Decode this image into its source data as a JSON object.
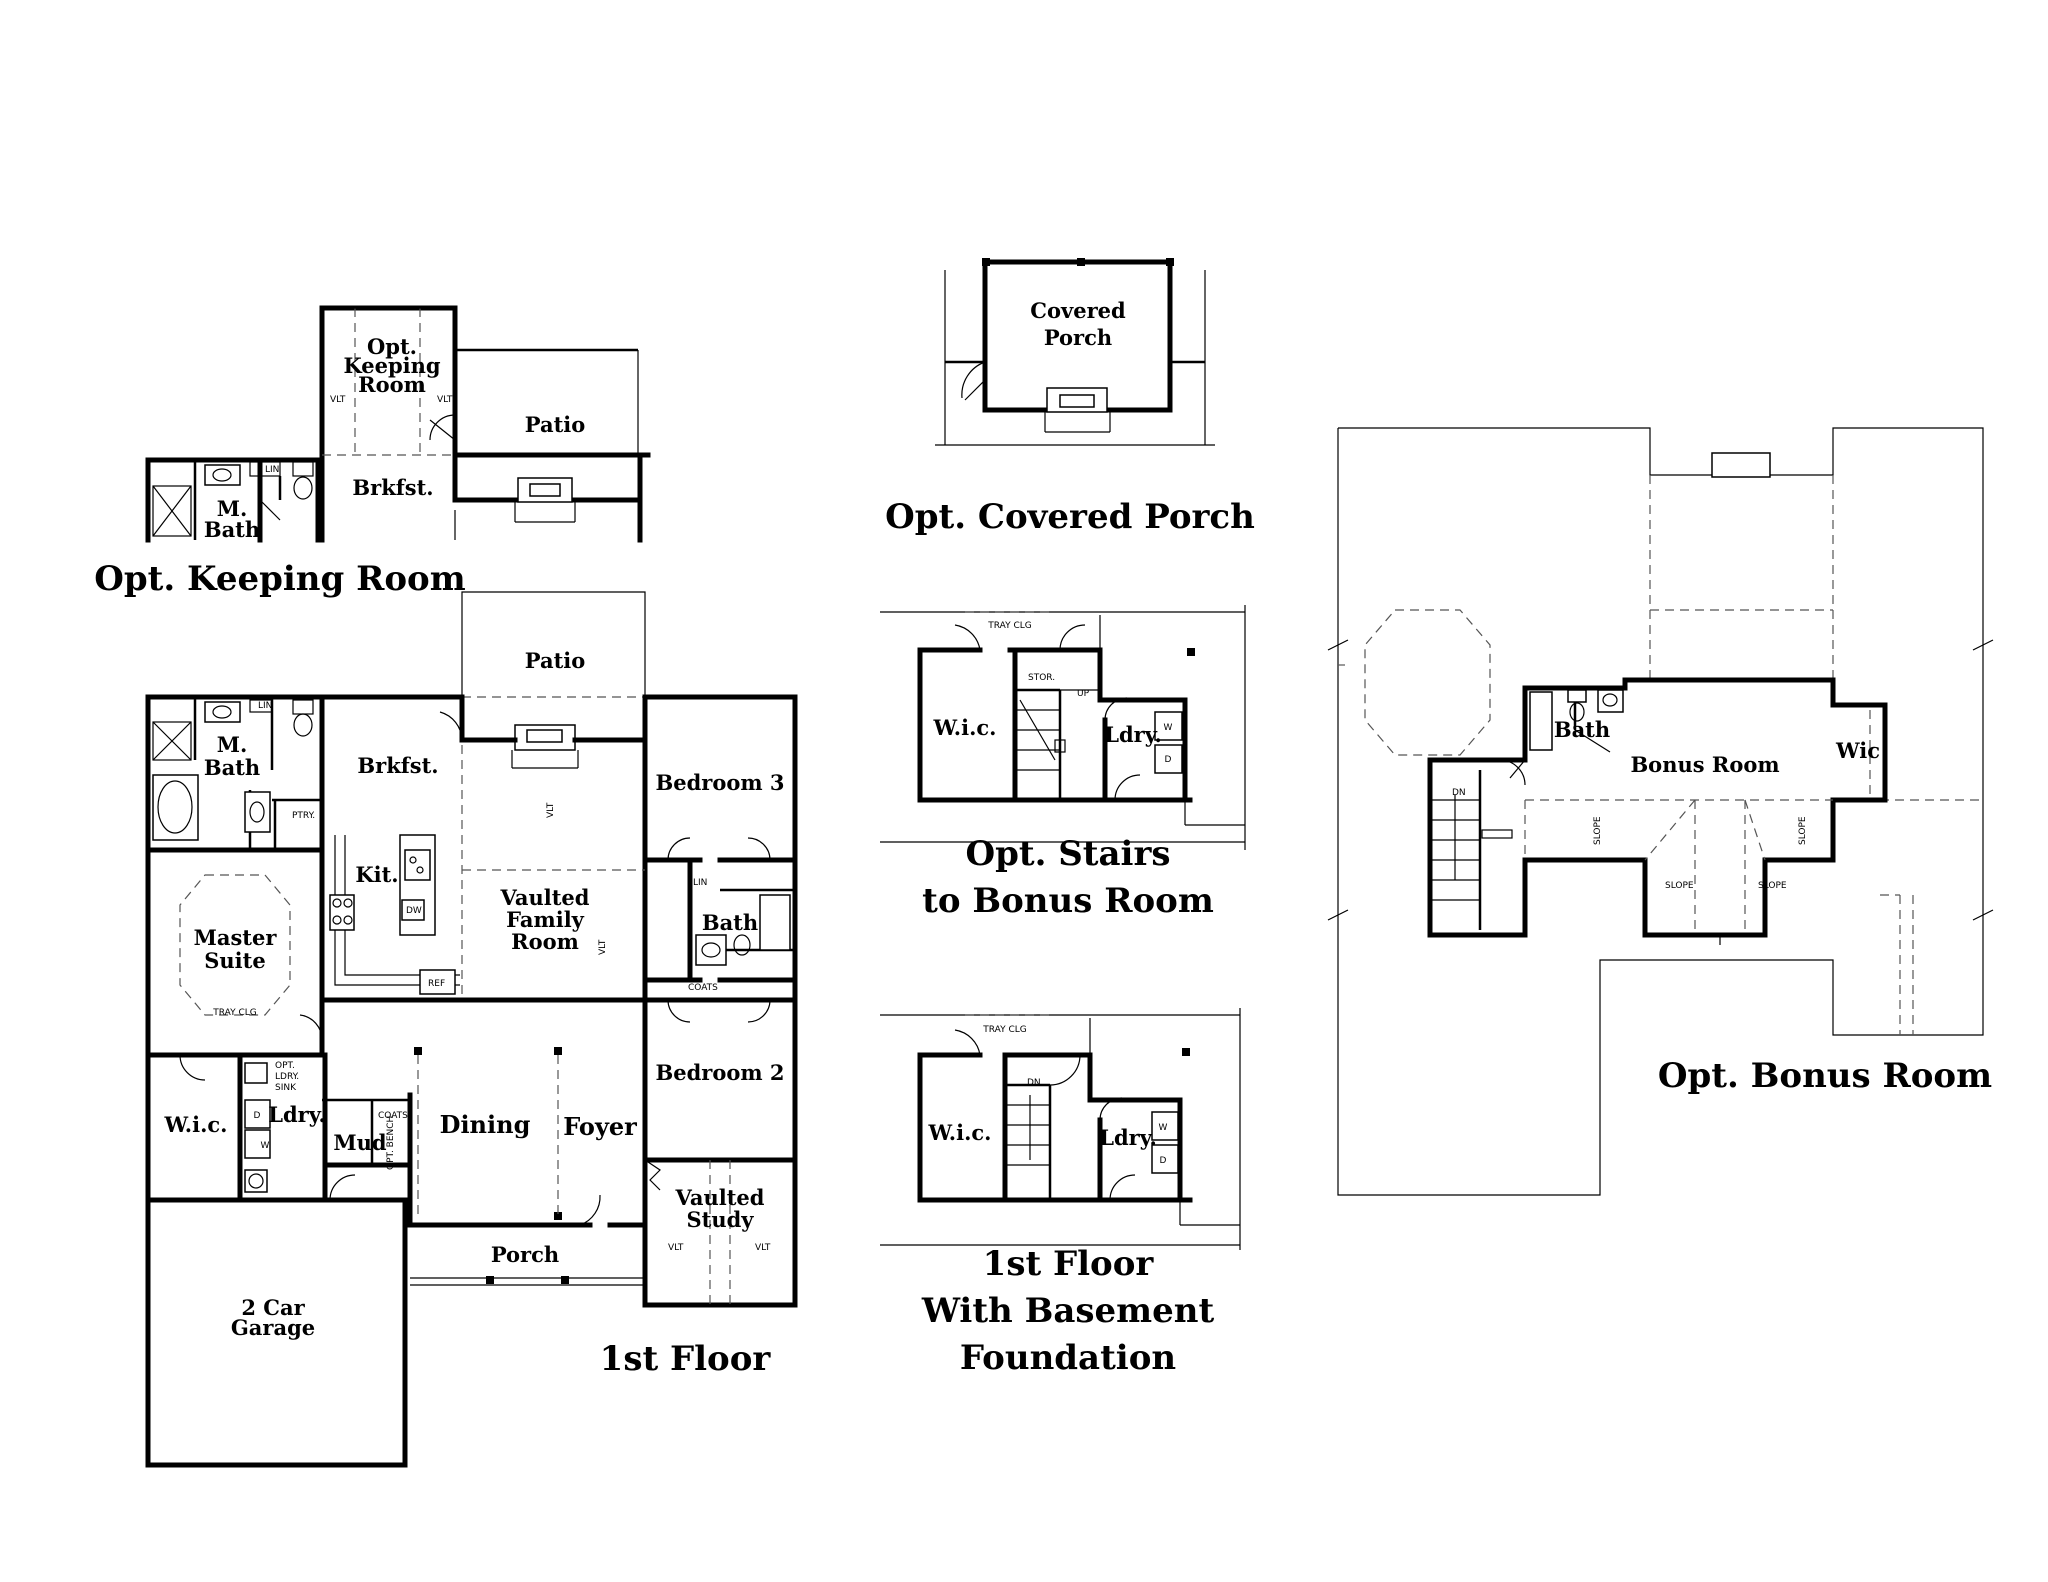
{
  "titles": {
    "keeping_room": "Opt. Keeping Room",
    "covered_porch": "Opt. Covered Porch",
    "stairs_line1": "Opt. Stairs",
    "stairs_line2": "to Bonus Room",
    "first_floor": "1st Floor",
    "basement_line1": "1st Floor",
    "basement_line2": "With Basement",
    "basement_line3": "Foundation",
    "bonus_room": "Opt. Bonus Room"
  },
  "keeping_plan": {
    "keeping_1": "Opt.",
    "keeping_2": "Keeping",
    "keeping_3": "Room",
    "patio": "Patio",
    "brkfst": "Brkfst.",
    "mbath_1": "M.",
    "mbath_2": "Bath",
    "lin": "LIN",
    "vlt": "VLT"
  },
  "porch_plan": {
    "covered_1": "Covered",
    "covered_2": "Porch"
  },
  "first_floor": {
    "patio": "Patio",
    "lin": "LIN",
    "mbath_1": "M.",
    "mbath_2": "Bath",
    "brkfst": "Brkfst.",
    "ptry": "PTRY.",
    "kit": "Kit.",
    "dw": "DW",
    "ref": "REF",
    "master_1": "Master",
    "master_2": "Suite",
    "tray": "TRAY CLG",
    "family_1": "Vaulted",
    "family_2": "Family",
    "family_3": "Room",
    "vlt": "VLT",
    "bedroom3": "Bedroom 3",
    "bath": "Bath",
    "coats": "COATS",
    "bedroom2": "Bedroom 2",
    "wic": "W.i.c.",
    "opt_ldry_1": "OPT.",
    "opt_ldry_2": "LDRY.",
    "opt_ldry_3": "SINK",
    "ldry": "Ldry.",
    "d": "D",
    "wash": "W",
    "mud": "Mud",
    "opt_bench": "OPT. BENCH",
    "dining": "Dining",
    "foyer": "Foyer",
    "study_1": "Vaulted",
    "study_2": "Study",
    "porch": "Porch",
    "garage_1": "2 Car",
    "garage_2": "Garage"
  },
  "stairs_plan": {
    "tray": "TRAY CLG",
    "wic": "W.i.c.",
    "stor": "STOR.",
    "up": "UP",
    "ldry": "Ldry.",
    "w": "W",
    "d": "D"
  },
  "basement_plan": {
    "tray": "TRAY CLG",
    "wic": "W.i.c.",
    "dn": "DN",
    "ldry": "Ldry.",
    "w": "W",
    "d": "D"
  },
  "bonus_plan": {
    "bath": "Bath",
    "bonus": "Bonus Room",
    "wic": "Wic",
    "dn": "DN",
    "slope": "SLOPE"
  }
}
